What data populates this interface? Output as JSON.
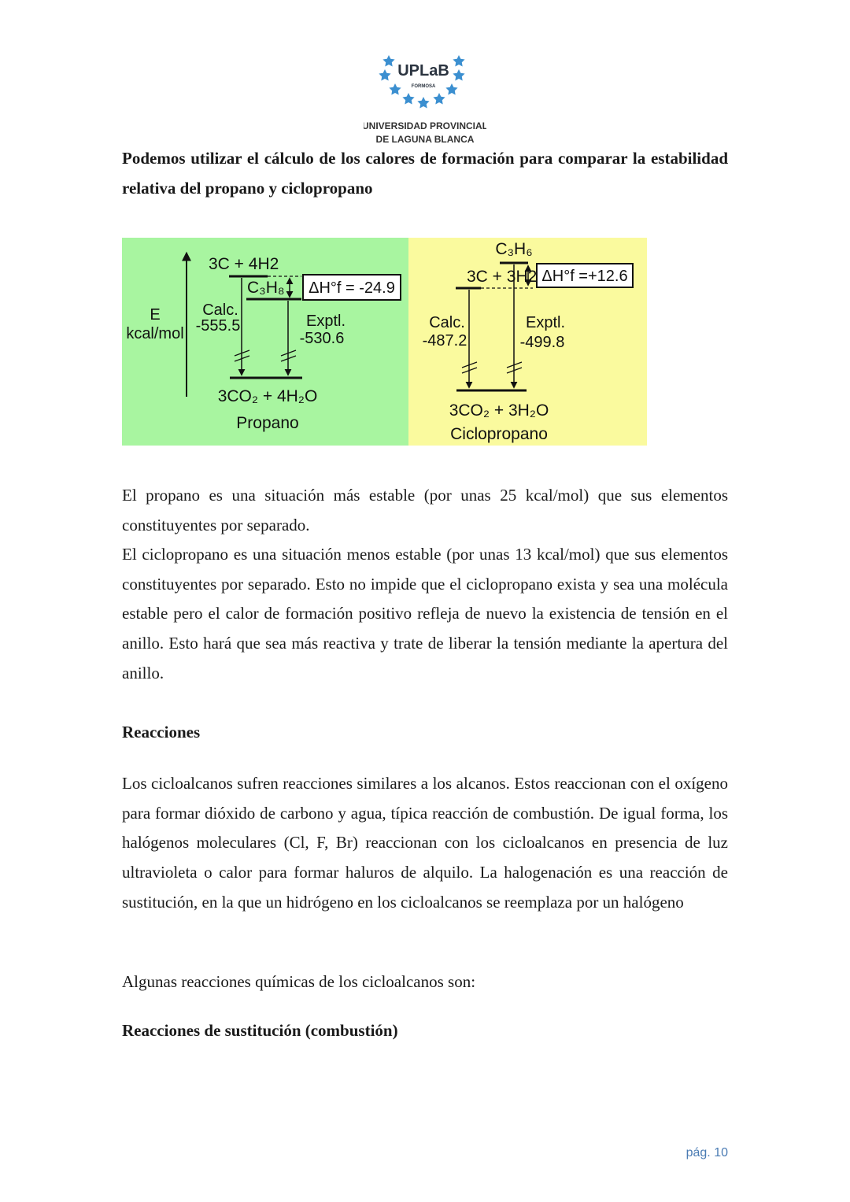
{
  "header": {
    "logo_name": "UPLaB",
    "logo_location": "FORMOSA",
    "institution_line1": "UNIVERSIDAD PROVINCIAL",
    "institution_line2": "DE LAGUNA BLANCA"
  },
  "intro": "Podemos utilizar el cálculo de los calores de formación para comparar la estabilidad relativa del propano y ciclopropano",
  "diagram": {
    "colors": {
      "propane_bg": "#a8f5a0",
      "cyclopropane_bg": "#fafa9e"
    },
    "propane": {
      "axis_label_1": "E",
      "axis_label_2": "kcal/mol",
      "elements": "3C + 4H2",
      "compound": "C₃H₈",
      "delta_h": "ΔH°f = -24.9",
      "calc_label": "Calc.",
      "calc_value": "-555.5",
      "exptl_label": "Exptl.",
      "exptl_value": "-530.6",
      "products": "3CO₂ + 4H₂O",
      "name": "Propano"
    },
    "cyclopropane": {
      "compound": "C₃H₆",
      "elements": "3C + 3H2",
      "delta_h": "ΔH°f =+12.6",
      "calc_label": "Calc.",
      "calc_value": "-487.2",
      "exptl_label": "Exptl.",
      "exptl_value": "-499.8",
      "products": "3CO₂ + 3H₂O",
      "name": "Ciclopropano"
    }
  },
  "paragraphs": {
    "stability_1": "El propano es una situación más estable (por unas 25 kcal/mol) que sus elementos constituyentes por separado.",
    "stability_2": "El ciclopropano es una situación menos estable (por unas 13 kcal/mol) que sus elementos constituyentes por separado. Esto no impide que el ciclopropano exista y sea una molécula estable pero el calor de formación positivo refleja de nuevo la existencia de tensión en el anillo. Esto hará que sea más reactiva y trate de liberar la tensión mediante la apertura del anillo.",
    "reactions_heading": "Reacciones",
    "reactions_text": "Los cicloalcanos sufren reacciones similares a los alcanos. Estos reaccionan con el oxígeno para formar dióxido de carbono y agua, típica reacción de combustión. De igual forma, los halógenos moleculares (Cl, F, Br) reaccionan con los cicloalcanos en presencia de luz ultravioleta o calor para formar haluros de alquilo. La halogenación es una reacción de sustitución, en la que un hidrógeno en los cicloalcanos se reemplaza por un halógeno",
    "some_reactions": "Algunas reacciones químicas de los cicloalcanos son:",
    "substitution_heading": "Reacciones de sustitución (combustión)"
  },
  "footer": {
    "page_number": "pág. 10"
  }
}
